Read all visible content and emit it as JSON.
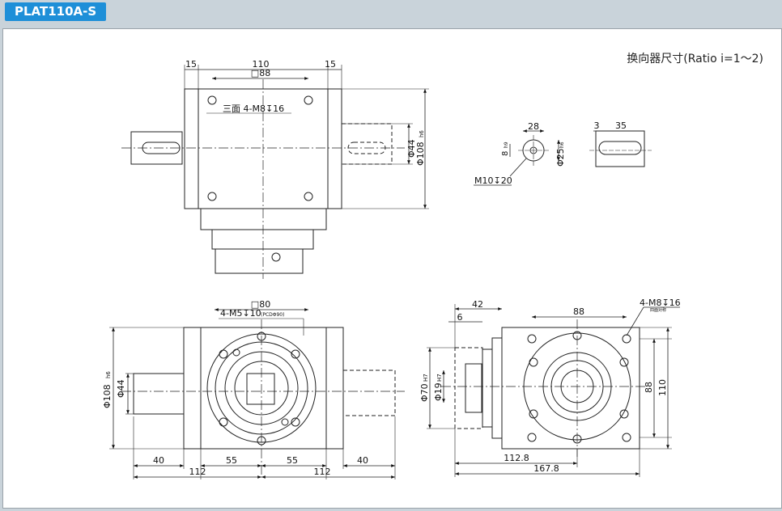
{
  "header": {
    "title": "PLAT110A-S"
  },
  "note": "换向器尺寸(Ratio i=1～2)",
  "top_view": {
    "dim_15_left": "15",
    "dim_110": "110",
    "dim_15_right": "15",
    "dim_sq88": "□88",
    "holes": "三面 4-M8↧16",
    "dia44": "Φ44",
    "dia108": "Φ108",
    "dia108_tol": "h6"
  },
  "shaft_detail": {
    "dim_28": "28",
    "dim_8": "8",
    "dim_8_tol": "h9",
    "dia25": "Φ25",
    "dia25_tol": "h6",
    "thread": "M10↧20",
    "dim_3": "3",
    "dim_35": "35"
  },
  "front_view": {
    "sq80": "□80",
    "holes": "4-M5↧10",
    "pcd": "(PCDΦ90)",
    "dia108": "Φ108",
    "dia108_tol": "h6",
    "dia44": "Φ44",
    "dim_40_left": "40",
    "dim_55_left": "55",
    "dim_55_right": "55",
    "dim_40_right": "40",
    "dim_112_left": "112",
    "dim_112_right": "112"
  },
  "side_view": {
    "dim_42": "42",
    "dim_6": "6",
    "dim_88": "88",
    "holes": "4-M8↧16",
    "holes_sub": "四面对称",
    "dia70": "Φ70",
    "dia70_tol": "H7",
    "dia19": "Φ19",
    "dia19_tol": "H7",
    "dim_88_v": "88",
    "dim_110_v": "110",
    "dim_112_8": "112.8",
    "dim_167_8": "167.8"
  }
}
